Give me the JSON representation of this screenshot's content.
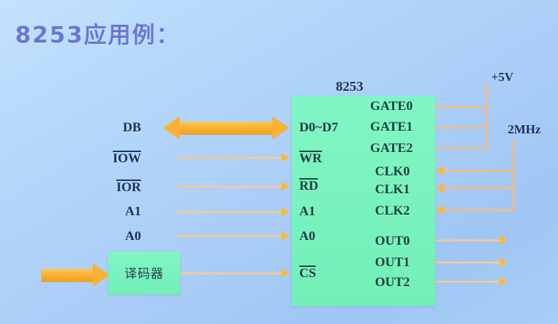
{
  "slide": {
    "title": "8253应用例：",
    "title_color": "#6a76d6",
    "background_color": "#aed4f9"
  },
  "chip": {
    "name": "8253",
    "fill_color": "#79f2bd",
    "left_pins": [
      {
        "label": "D0~D7",
        "overline": false
      },
      {
        "label": "WR",
        "overline": true
      },
      {
        "label": "RD",
        "overline": true
      },
      {
        "label": "A1",
        "overline": false
      },
      {
        "label": "A0",
        "overline": false
      },
      {
        "label": "CS",
        "overline": true
      }
    ],
    "right_pins": [
      {
        "label": "GATE0",
        "overline": false
      },
      {
        "label": "GATE1",
        "overline": false
      },
      {
        "label": "GATE2",
        "overline": false
      },
      {
        "label": "CLK0",
        "overline": false
      },
      {
        "label": "CLK1",
        "overline": false
      },
      {
        "label": "CLK2",
        "overline": false
      },
      {
        "label": "OUT0",
        "overline": false
      },
      {
        "label": "OUT1",
        "overline": false
      },
      {
        "label": "OUT2",
        "overline": false
      }
    ]
  },
  "bus_labels": {
    "db": "DB",
    "iow": "IOW",
    "ior": "IOR",
    "a1": "A1",
    "a0": "A0"
  },
  "decoder": {
    "label": "译码器",
    "fill_color": "#79f2bd"
  },
  "supplies": {
    "power": "+5V",
    "clock": "2MHz"
  },
  "wire_color": "#f0bb84",
  "arrow_color": "#fbb836"
}
